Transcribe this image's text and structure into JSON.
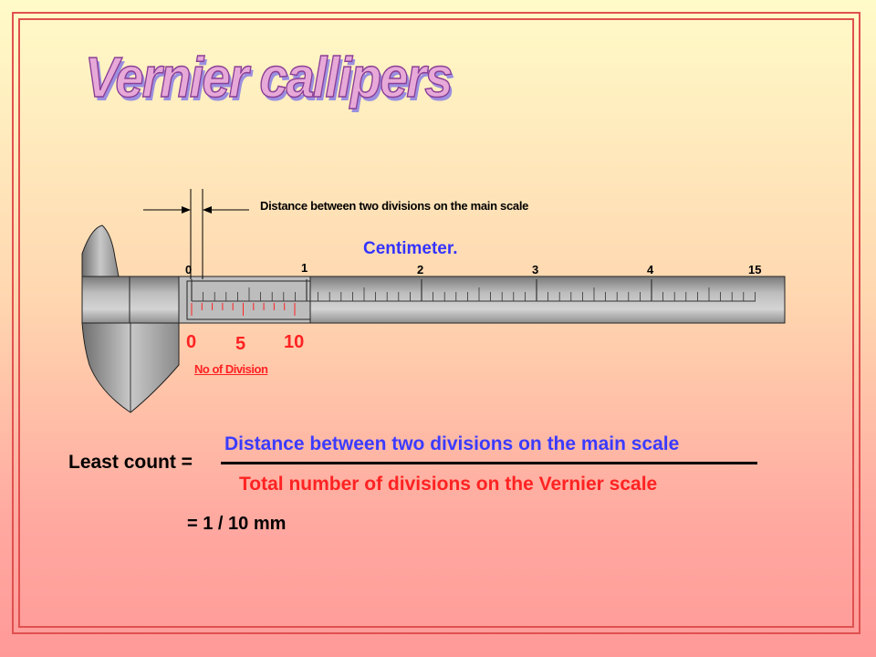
{
  "title": "Vernier callipers",
  "annotations": {
    "main_scale_distance": "Distance between two divisions on the main scale",
    "unit": "Centimeter.",
    "vernier_caption": "No of Division"
  },
  "main_scale_labels": [
    "0",
    "1",
    "2",
    "3",
    "4",
    "15"
  ],
  "vernier_scale_labels": [
    "0",
    "5",
    "10"
  ],
  "formula": {
    "label": "Least count =",
    "numerator": "Distance between two divisions on the main scale",
    "denominator": "Total number of divisions on the Vernier scale",
    "result": "= 1 / 10 mm"
  },
  "colors": {
    "border": "#e05050",
    "blue_text": "#3b3bff",
    "red_text": "#ff2222",
    "metal": "#a9a9a9"
  }
}
